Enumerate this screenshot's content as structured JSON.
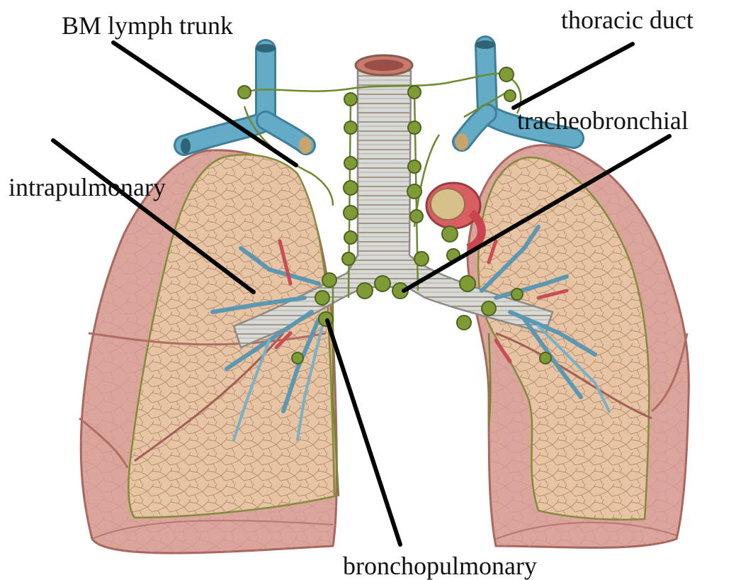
{
  "labels": {
    "bm_lymph_trunk": "BM lymph trunk",
    "thoracic_duct": "thoracic duct",
    "tracheobronchial": "tracheobronchial",
    "intrapulmonary": "intrapulmonary",
    "bronchopulmonary": "bronchopulmonary"
  },
  "colors": {
    "lung_surface": "#dca59b",
    "lung_inner": "#e8c7a6",
    "trachea": "#d3d8d6",
    "vein_blue": "#5aa3be",
    "artery_red": "#c9454f",
    "lymph_green": "#6d8a2e",
    "leader_line": "#000000"
  }
}
